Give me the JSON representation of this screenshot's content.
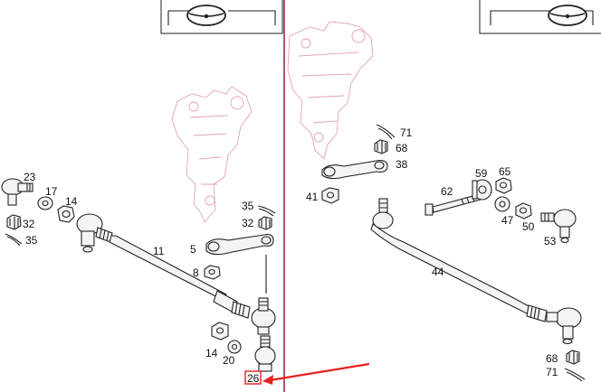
{
  "diagram": {
    "left_panel": {
      "labels": {
        "p23": "23",
        "p17": "17",
        "p14a": "14",
        "p32a": "32",
        "p35a": "35",
        "p11": "11",
        "p35b": "35",
        "p32b": "32",
        "p5": "5",
        "p8": "8",
        "p14b": "14",
        "p20": "20",
        "p26": "26"
      }
    },
    "right_panel": {
      "labels": {
        "p71a": "71",
        "p68a": "68",
        "p38": "38",
        "p41": "41",
        "p59": "59",
        "p65": "65",
        "p62": "62",
        "p47": "47",
        "p50": "50",
        "p53": "53",
        "p44": "44",
        "p68b": "68",
        "p71b": "71"
      }
    },
    "colors": {
      "divider": "#9e2a3f",
      "arrow": "#e8201e",
      "highlight_box": "#e8201e",
      "ghost_outline": "#e3a3ad",
      "ink": "#222222"
    },
    "icons": [
      "steering-wheel-icon",
      "steering-wheel-icon"
    ]
  }
}
